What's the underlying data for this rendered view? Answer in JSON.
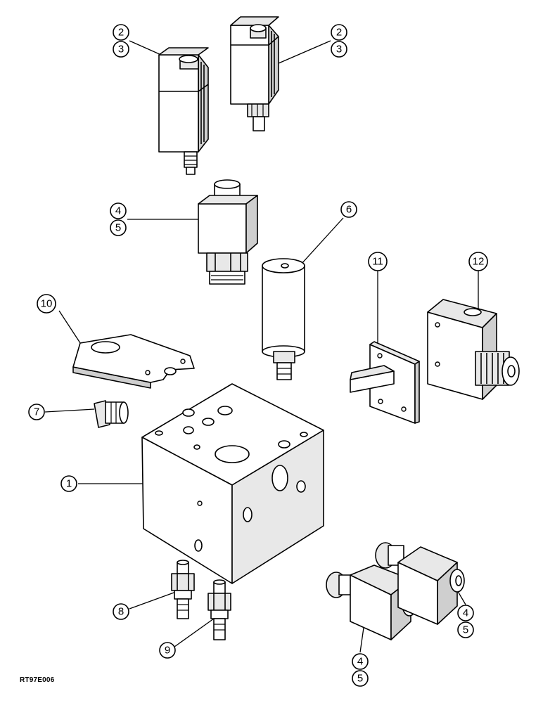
{
  "figure_id": "RT97E006",
  "callouts": [
    {
      "id": "c2a",
      "label": "2"
    },
    {
      "id": "c3a",
      "label": "3"
    },
    {
      "id": "c2b",
      "label": "2"
    },
    {
      "id": "c3b",
      "label": "3"
    },
    {
      "id": "c4a",
      "label": "4"
    },
    {
      "id": "c5a",
      "label": "5"
    },
    {
      "id": "c6",
      "label": "6"
    },
    {
      "id": "c11",
      "label": "11"
    },
    {
      "id": "c12",
      "label": "12"
    },
    {
      "id": "c10",
      "label": "10"
    },
    {
      "id": "c7",
      "label": "7"
    },
    {
      "id": "c1",
      "label": "1"
    },
    {
      "id": "c8",
      "label": "8"
    },
    {
      "id": "c9",
      "label": "9"
    },
    {
      "id": "c4b",
      "label": "4"
    },
    {
      "id": "c5b",
      "label": "5"
    },
    {
      "id": "c4c",
      "label": "4"
    },
    {
      "id": "c5c",
      "label": "5"
    }
  ]
}
